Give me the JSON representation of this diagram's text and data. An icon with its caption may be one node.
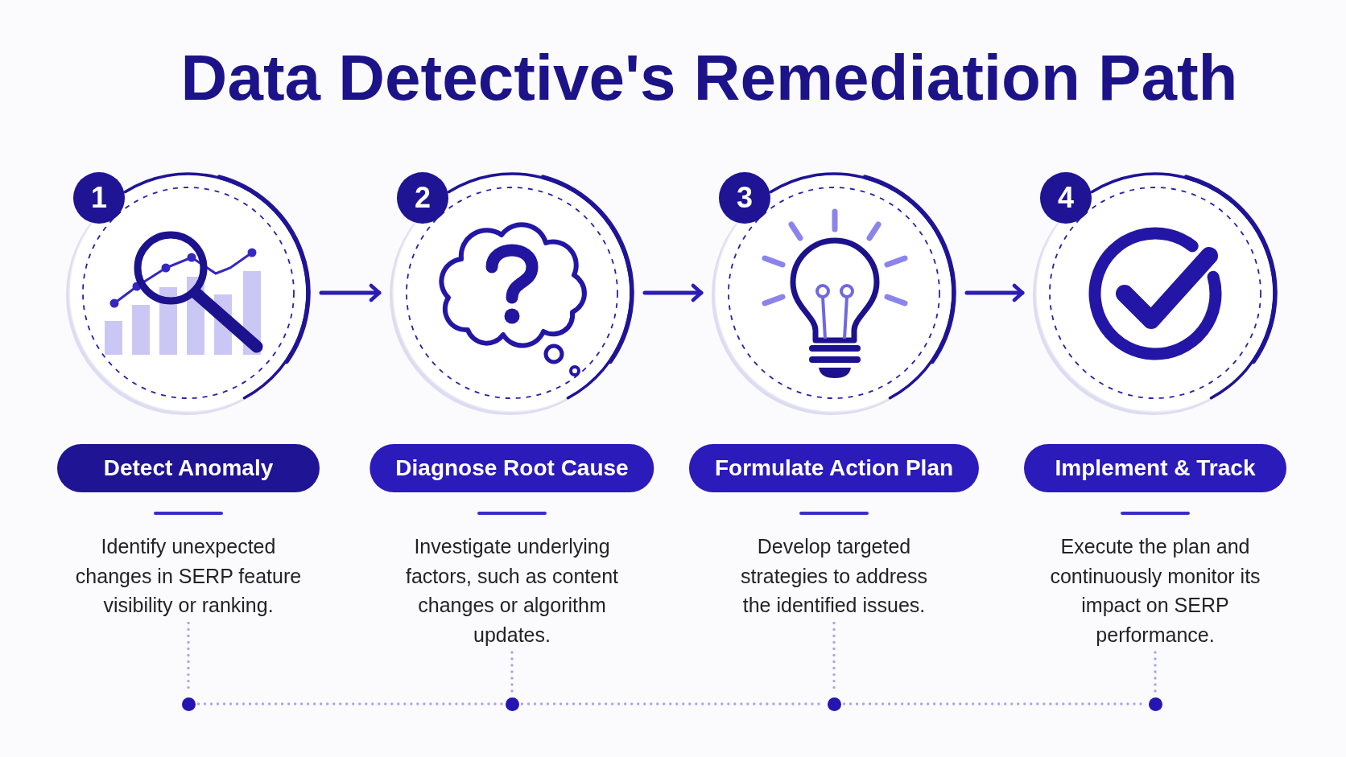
{
  "diagram": {
    "title": "Data Detective's Remediation Path",
    "nodes": [
      {
        "text": [
          "1"
        ]
      },
      {
        "text": [],
        "shape": "circle"
      },
      {
        "text": [
          "Detect Anomaly"
        ]
      },
      {
        "text": [
          "Identify unexpected changes in SERP feature visibility or ranking."
        ]
      },
      {
        "text": [],
        "shape": "circle"
      },
      {
        "text": [
          "2"
        ]
      },
      {
        "text": [],
        "shape": "circle"
      },
      {
        "text": [
          "Diagnose Root Cause"
        ]
      },
      {
        "text": [
          "Investigate underlying factors, such as content changes or algorithm updates."
        ]
      },
      {
        "text": [],
        "shape": "circle"
      },
      {
        "text": [
          "3"
        ]
      },
      {
        "text": [],
        "shape": "circle"
      },
      {
        "text": [
          "Formulate Action Plan"
        ]
      },
      {
        "text": [
          "Develop targeted strategies to address the identified issues."
        ]
      },
      {
        "text": [],
        "shape": "circle"
      },
      {
        "text": [
          "4"
        ]
      },
      {
        "text": [],
        "shape": "circle"
      },
      {
        "text": [
          "Implement & Track"
        ]
      },
      {
        "text": [
          "Execute the plan and continuously monitor its impact on SERP performance."
        ]
      },
      {
        "text": [],
        "shape": "circle"
      }
    ],
    "edges": [
      {
        "from": 1,
        "to": 6,
        "arrow": "to",
        "color": "#2b1cb4"
      },
      {
        "from": 6,
        "to": 11,
        "arrow": "to",
        "color": "#2b1cb4"
      },
      {
        "from": 11,
        "to": 16,
        "arrow": "to",
        "color": "#2b1cb4"
      },
      {
        "from": 3,
        "to": 4,
        "arrow": "none",
        "style": "dashed",
        "color": "#a9a3ef"
      },
      {
        "from": 8,
        "to": 9,
        "arrow": "none",
        "style": "dashed",
        "color": "#a9a3ef"
      },
      {
        "from": 13,
        "to": 14,
        "arrow": "none",
        "style": "dashed",
        "color": "#a9a3ef"
      },
      {
        "from": 18,
        "to": 19,
        "arrow": "none",
        "style": "dashed",
        "color": "#a9a3ef"
      },
      {
        "from": 4,
        "to": 9,
        "arrow": "none",
        "style": "dashed",
        "color": "#a9a3ef"
      },
      {
        "from": 9,
        "to": 14,
        "arrow": "none",
        "style": "dashed",
        "color": "#a9a3ef"
      },
      {
        "from": 14,
        "to": 19,
        "arrow": "none",
        "style": "dashed",
        "color": "#a9a3ef"
      }
    ]
  }
}
